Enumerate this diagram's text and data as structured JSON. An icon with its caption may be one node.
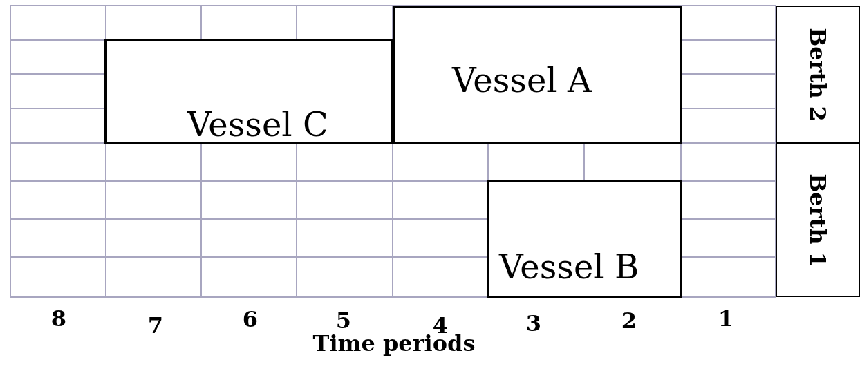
{
  "diagram": {
    "nodes": [
      {
        "text": [
          "Vessel A"
        ]
      },
      {
        "text": [
          "Vessel C"
        ]
      },
      {
        "text": [
          "Vessel B"
        ]
      },
      {
        "text": [
          "Berth 2"
        ]
      },
      {
        "text": [
          "Berth 1"
        ]
      }
    ],
    "labels": [
      "8",
      "7",
      "6",
      "5",
      "4",
      "3",
      "2",
      "1",
      "Time periods"
    ]
  }
}
